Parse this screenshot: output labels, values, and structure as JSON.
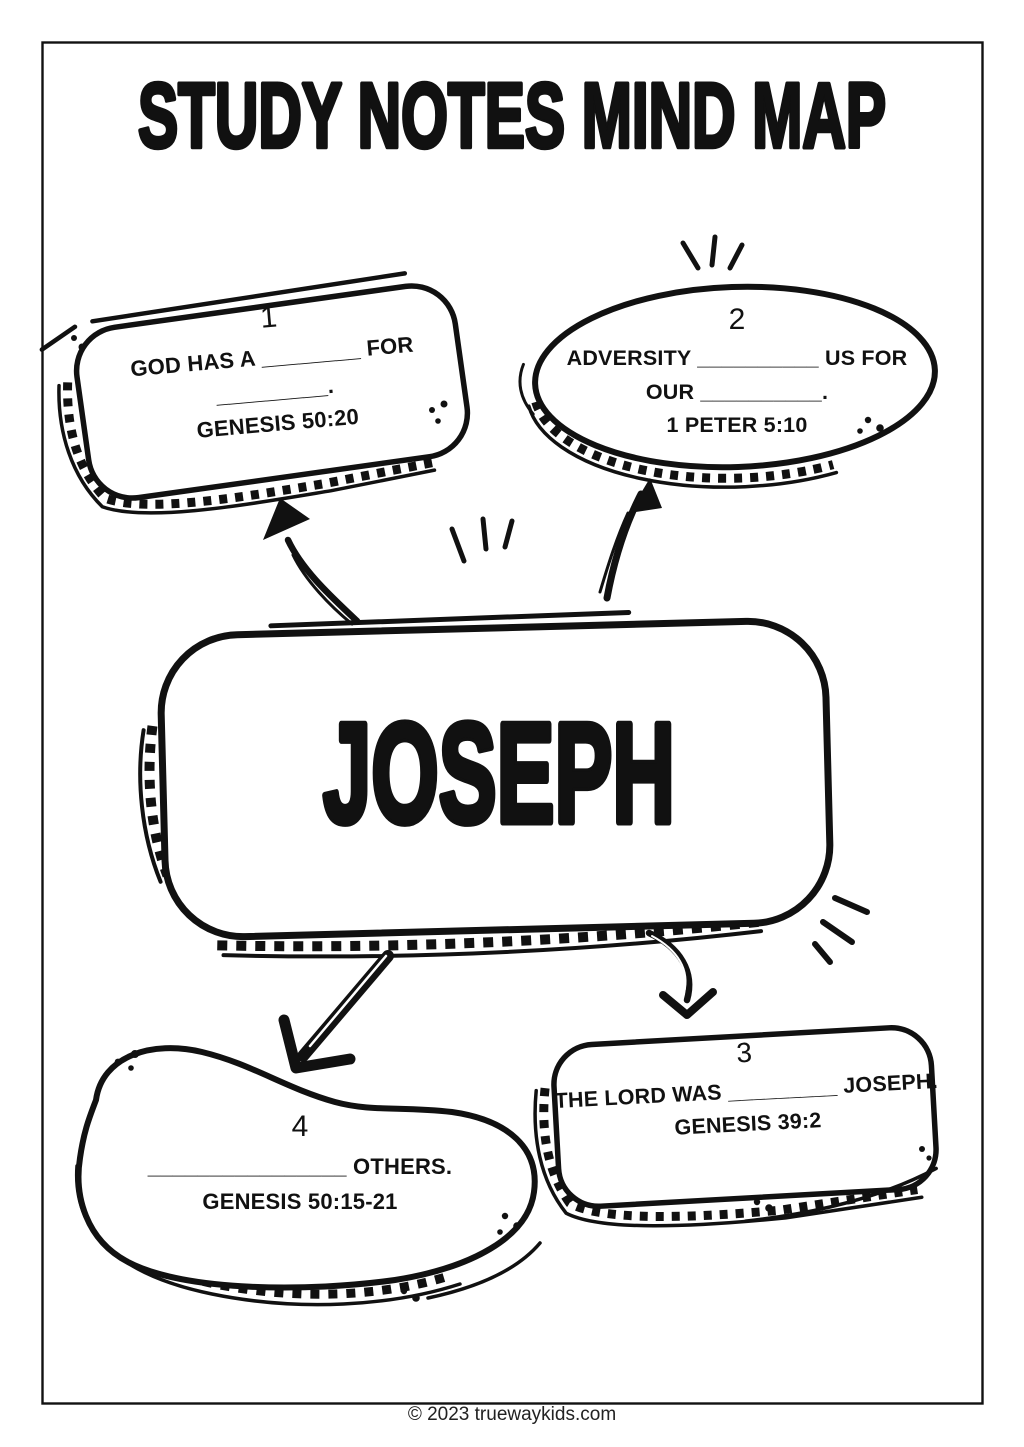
{
  "page": {
    "title": "STUDY NOTES MIND MAP",
    "footer": "© 2023 truewaykids.com"
  },
  "center_node": {
    "label": "JOSEPH"
  },
  "nodes": [
    {
      "number": "1",
      "line1": "GOD HAS A ________ FOR",
      "line2": "_________.",
      "line3": "GENESIS 50:20"
    },
    {
      "number": "2",
      "line1": "ADVERSITY __________ US FOR",
      "line2": "OUR __________.",
      "line3": "1 PETER 5:10"
    },
    {
      "number": "3",
      "line1": "THE LORD WAS _________ JOSEPH.",
      "line2": "GENESIS 39:2"
    },
    {
      "number": "4",
      "line1": "________________ OTHERS.",
      "line2": "GENESIS 50:15-21"
    }
  ],
  "colors": {
    "ink": "#111111",
    "paper": "#ffffff"
  }
}
